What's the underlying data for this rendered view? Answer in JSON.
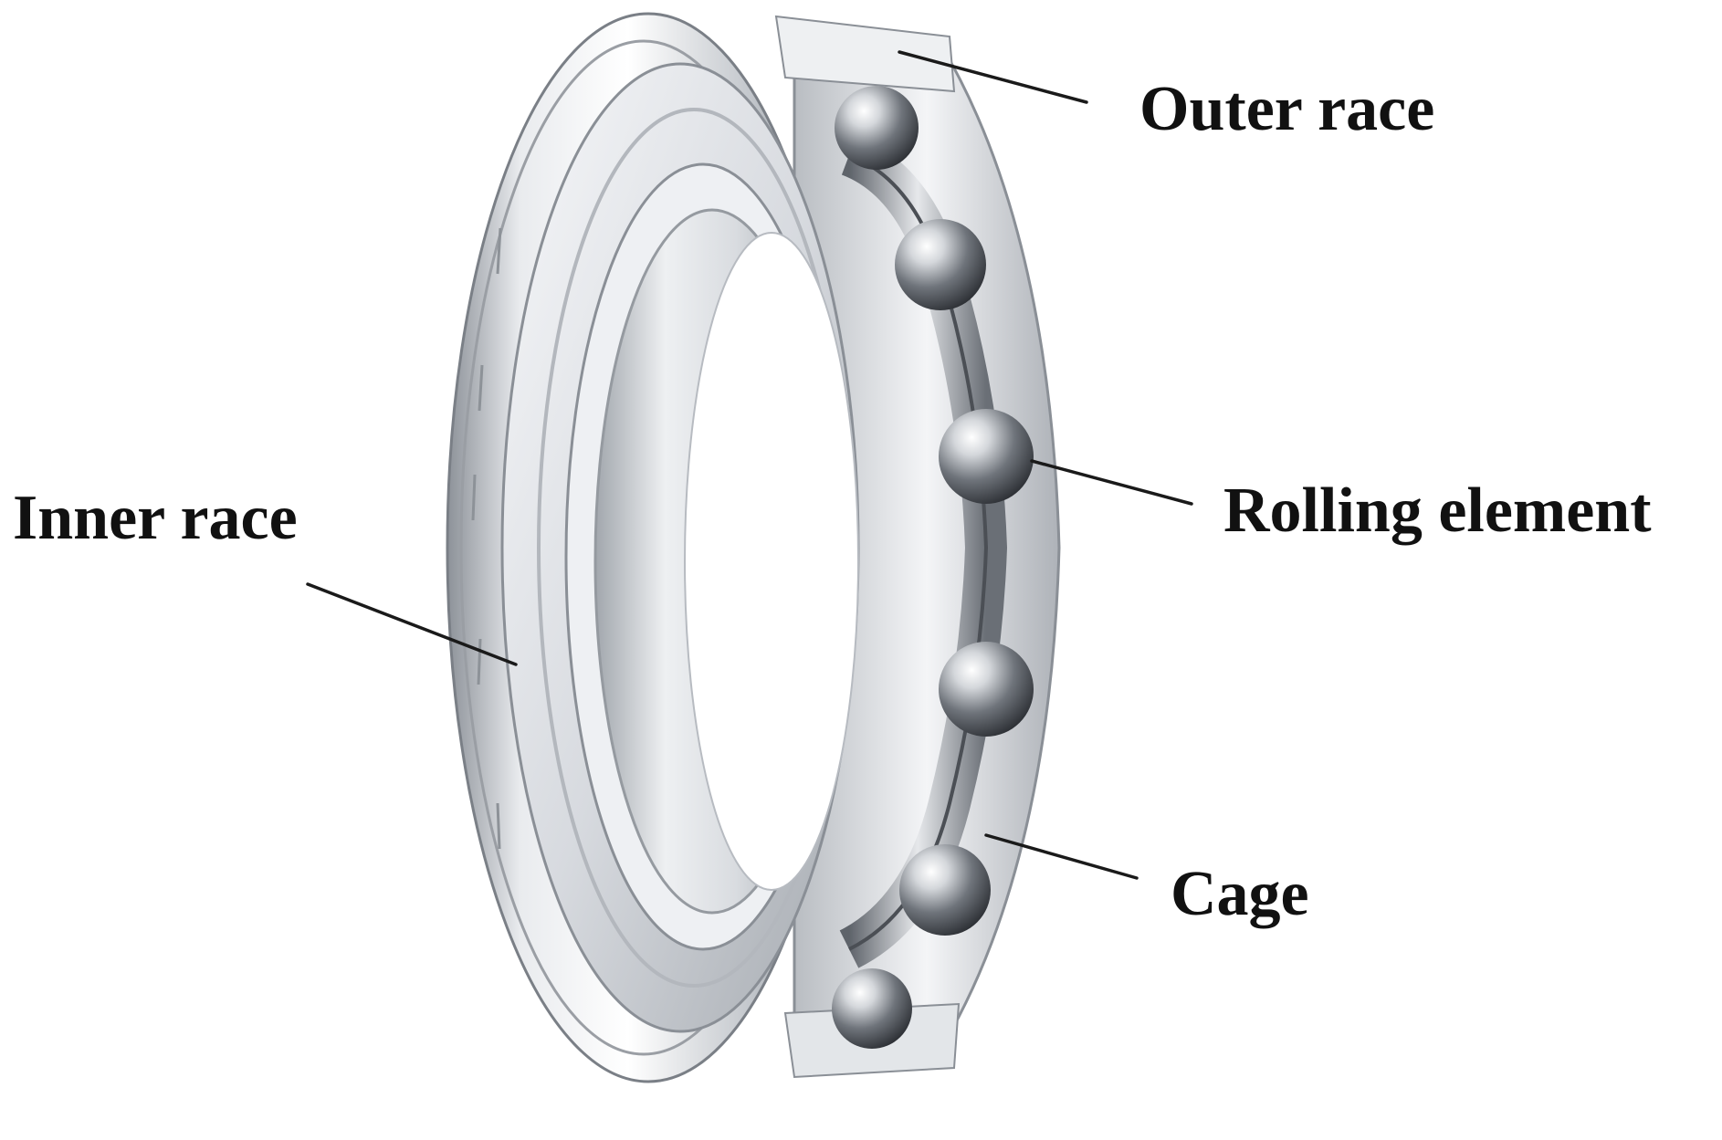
{
  "labels": {
    "outer_race": "Outer race",
    "rolling_element": "Rolling element",
    "inner_race": "Inner race",
    "cage": "Cage"
  },
  "colors": {
    "background": "#ffffff",
    "steel_light": "#f2f3f5",
    "steel_mid": "#c9ccd1",
    "steel_dark": "#7f848b",
    "text": "#111111"
  }
}
